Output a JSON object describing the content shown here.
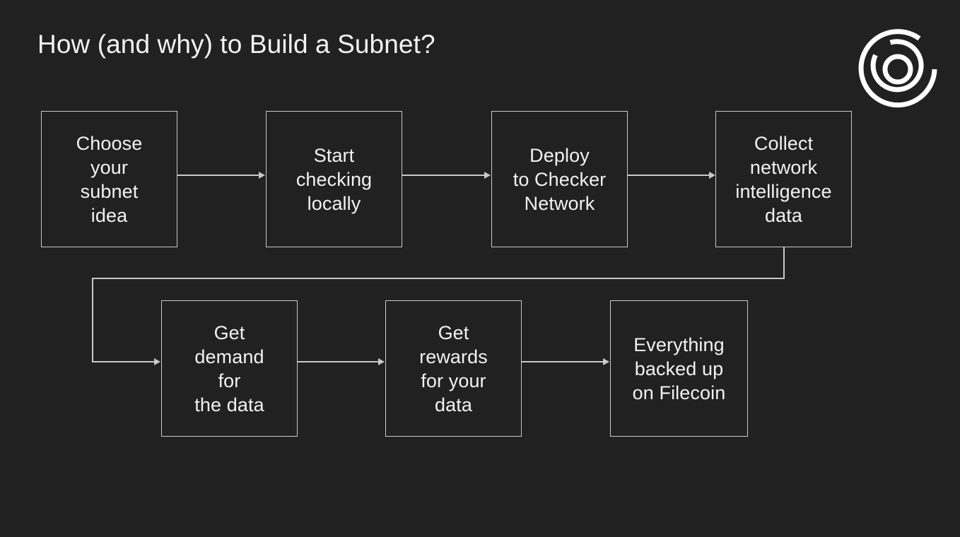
{
  "slide": {
    "title": "How (and why) to Build a Subnet?",
    "background_color": "#212121",
    "text_color": "#f1f1f1",
    "line_color": "#c9c9c9"
  },
  "logo": {
    "name": "checker-network-logo",
    "description": "concentric circular arcs"
  },
  "flow": {
    "row1": [
      {
        "id": "step-1",
        "label": "Choose\nyour\nsubnet\nidea"
      },
      {
        "id": "step-2",
        "label": "Start\nchecking\nlocally"
      },
      {
        "id": "step-3",
        "label": "Deploy\nto Checker\nNetwork"
      },
      {
        "id": "step-4",
        "label": "Collect\nnetwork\nintelligence\ndata"
      }
    ],
    "row2": [
      {
        "id": "step-5",
        "label": "Get\ndemand\nfor\nthe data"
      },
      {
        "id": "step-6",
        "label": "Get\nrewards\nfor your\ndata"
      },
      {
        "id": "step-7",
        "label": "Everything\nbacked up\non Filecoin"
      }
    ]
  }
}
